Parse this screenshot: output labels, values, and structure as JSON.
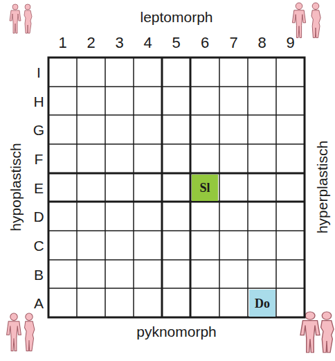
{
  "diagram": {
    "nodes": [
      {
        "text": [
          "Sl"
        ]
      },
      {
        "text": [
          "Do"
        ]
      }
    ],
    "labels": [
      "leptomorph",
      "1",
      "2",
      "3",
      "4",
      "5",
      "6",
      "7",
      "8",
      "9",
      "I",
      "H",
      "G",
      "F",
      "E",
      "D",
      "C",
      "B",
      "A",
      "hypoplastisch",
      "hyperplastisch",
      "pyknomorph"
    ]
  }
}
